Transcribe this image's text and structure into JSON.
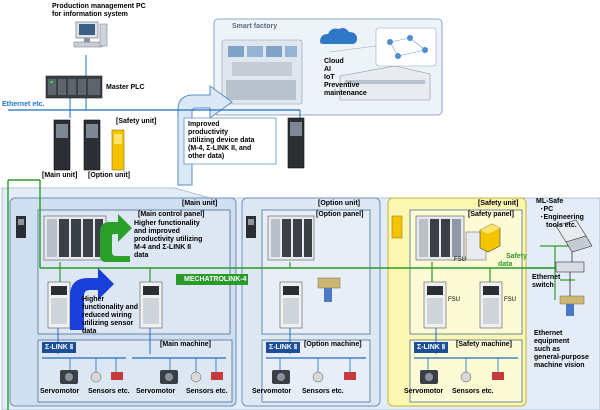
{
  "top": {
    "pc_label_line1": "Production management PC",
    "pc_label_line2": "for information system",
    "master_plc": "Master PLC",
    "ethernet": "Ethernet etc.",
    "safety_unit_tag": "[Safety unit]",
    "main_unit_tag": "[Main unit]",
    "option_unit_tag": "[Option unit]"
  },
  "smart_factory": {
    "title": "Smart factory",
    "line1": "Cloud",
    "line2": "AI",
    "line3": "IoT",
    "line4": "Preventive",
    "line5": "maintenance"
  },
  "callout": {
    "line1": "Improved",
    "line2": "productivity",
    "line3": "utilizing device data",
    "line4": "(M-4, Σ-LINK II, and",
    "line5": "other data)"
  },
  "main_unit": {
    "title": "[Main unit]",
    "panel_title": "[Main control panel]",
    "green_line1": "Higher functionality",
    "green_line2": "and improved",
    "green_line3": "productivity utilizing",
    "green_line4": "M-4 and Σ-LINK II",
    "green_line5": "data",
    "blue_line1": "Higher",
    "blue_line2": "functionality and",
    "blue_line3": "reduced wiring",
    "blue_line4": "utilizing sensor",
    "blue_line5": "data",
    "machine_title": "[Main machine]",
    "slink": "Σ-LINK Ⅱ",
    "servo1": "Servomotor",
    "sensors1": "Sensors etc.",
    "servo2": "Servomotor",
    "sensors2": "Sensors etc."
  },
  "mechatrolink": "MECHATROLINK-4",
  "option_unit": {
    "title": "[Option unit]",
    "panel_title": "[Option panel]",
    "machine_title": "[Option machine]",
    "slink": "Σ-LINK Ⅱ",
    "servo": "Servomotor",
    "sensors": "Sensors etc."
  },
  "safety_unit": {
    "title": "[Safety unit]",
    "panel_title": "[Safety panel]",
    "fsu1": "FSU",
    "fsu2": "FSU",
    "fsu3": "FSU",
    "safety_data_line1": "Safety",
    "safety_data_line2": "data",
    "machine_title": "[Safety machine]",
    "slink": "Σ-LINK Ⅱ",
    "servo": "Servomotor",
    "sensors": "Sensors etc."
  },
  "right_side": {
    "mlsafe_line1": "ML-Safe",
    "mlsafe_line2": "･PC",
    "mlsafe_line3": "･Engineering",
    "mlsafe_line4": "tools etc.",
    "switch_line1": "Ethernet",
    "switch_line2": "switch",
    "equip_line1": "Ethernet",
    "equip_line2": "equipment",
    "equip_line3": "such as",
    "equip_line4": "general-purpose",
    "equip_line5": "machine vision"
  },
  "colors": {
    "main_bg": "#d2e1f1",
    "option_bg": "#dde8f3",
    "safety_bg": "#fbf6b0",
    "network_green": "#2a9a2a",
    "slink_blue": "#1c6fbf",
    "arrow_blue": "#1a3ed8",
    "arrow_green": "#2aa02a",
    "safety_yellow": "#f5c400"
  }
}
